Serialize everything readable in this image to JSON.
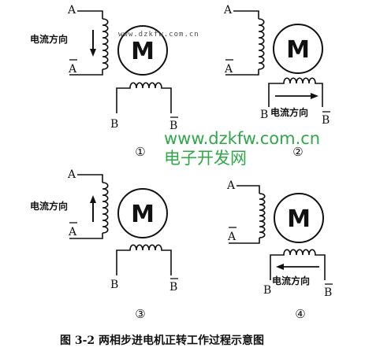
{
  "panels": [
    {
      "number": "①",
      "stator_a": {
        "label_top": "A",
        "label_bottom": "A"
      },
      "stator_b": {
        "label_left": "B",
        "label_right": "B"
      },
      "motor_label": "M",
      "current_direction_label": "电流方向",
      "energized": "A",
      "arrow_direction": "down"
    },
    {
      "number": "②",
      "stator_a": {
        "label_top": "A",
        "label_bottom": "A"
      },
      "stator_b": {
        "label_left": "B",
        "label_right": "B"
      },
      "motor_label": "M",
      "current_direction_label": "电流方向",
      "energized": "B",
      "arrow_direction": "right"
    },
    {
      "number": "③",
      "stator_a": {
        "label_top": "A",
        "label_bottom": "A"
      },
      "stator_b": {
        "label_left": "B",
        "label_right": "B"
      },
      "motor_label": "M",
      "current_direction_label": "电流方向",
      "energized": "A",
      "arrow_direction": "up"
    },
    {
      "number": "④",
      "stator_a": {
        "label_top": "A",
        "label_bottom": "A"
      },
      "stator_b": {
        "label_left": "B",
        "label_right": "B"
      },
      "motor_label": "M",
      "current_direction_label": "电流方向",
      "energized": "B",
      "arrow_direction": "left"
    }
  ],
  "watermark_small": "www.dzkfw.com.cn",
  "watermark_url": "www.dzkfw.com.cn",
  "watermark_name": "电子开发网",
  "caption": "图 3-2  两相步进电机正转工作过程示意图",
  "colors": {
    "line": "#111111",
    "watermark_green": "#2fa84a"
  }
}
